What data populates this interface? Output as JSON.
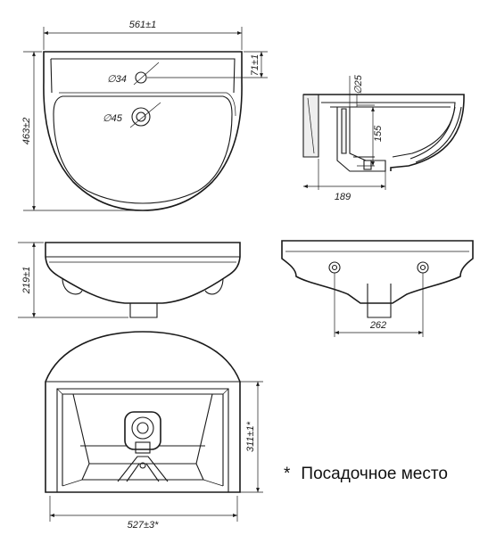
{
  "dimensions": {
    "width_top": "561±1",
    "depth": "463±2",
    "tap_offset": "71±1",
    "tap_hole": "∅34",
    "drain_hole": "∅45",
    "drain_diameter": "∅25",
    "drain_height": "155",
    "drain_depth": "189",
    "height": "219±1",
    "bracket_spacing": "262",
    "seat_depth": "311±1*",
    "seat_width": "527±3*"
  },
  "note": {
    "marker": "*",
    "text": "Посадочное место"
  }
}
